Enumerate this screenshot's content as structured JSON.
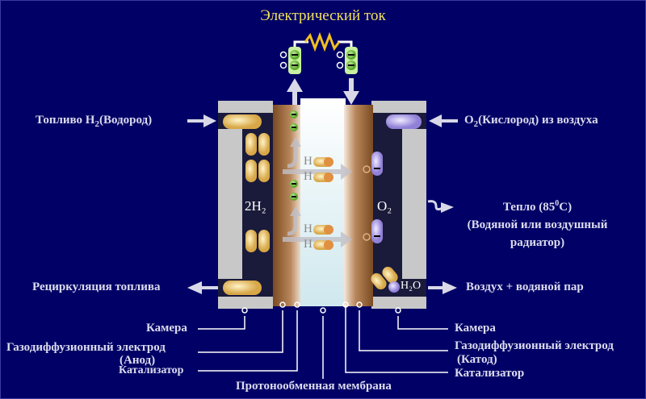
{
  "title": "Электрический ток",
  "labels": {
    "fuel_in": "Топливо H",
    "fuel_in_sub": "2",
    "fuel_in_rest": "(Водород)",
    "oxygen_in": "O",
    "oxygen_in_sub": "2",
    "oxygen_in_rest": "(Кислород) из воздуха",
    "heat_line1": "Тепло (85",
    "heat_sup": "0",
    "heat_line1_end": "C)",
    "heat_line2": "(Водяной или воздушный",
    "heat_line3": "радиатор)",
    "recirculation": "Рециркуляция топлива",
    "air_out": "Воздух + водяной пар",
    "chamber_left": "Камера",
    "electrode_left": "Газодиффузионный электрод",
    "anode": "(Анод)",
    "catalyst_left": "Катализатор",
    "membrane": "Протонообменная мембрана",
    "chamber_right": "Камера",
    "electrode_right": "Газодиффузионный электрод",
    "cathode": "(Катод)",
    "catalyst_right": "Катализатор"
  },
  "cell": {
    "anode_gas": "2H₂",
    "cathode_gas": "O₂",
    "proton_symbol": "H",
    "water": "H₂O",
    "plus": "+",
    "minus": "−"
  },
  "colors": {
    "background": "#000066",
    "title": "#f0e060",
    "electrode": "#8b5a2b",
    "membrane": "#d8eef2",
    "chamber": "#c8c8c8",
    "hydrogen": "#f0d080",
    "oxygen": "#b8a8f0",
    "electron": "#7ed040"
  }
}
